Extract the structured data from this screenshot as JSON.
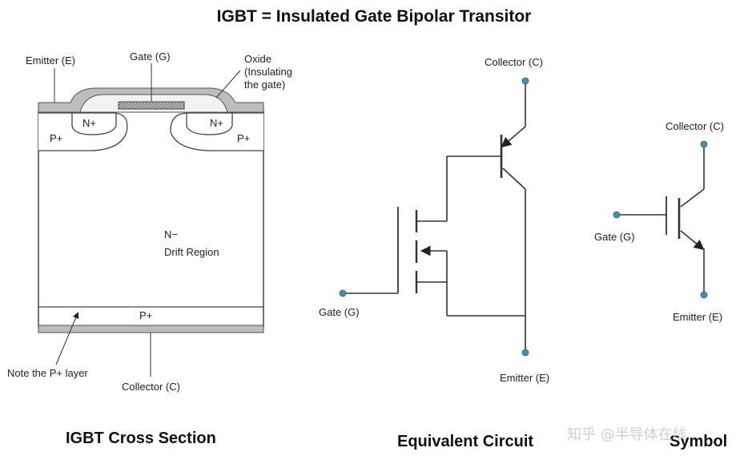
{
  "title": "IGBT = Insulated Gate Bipolar Transitor",
  "cross_section": {
    "label_emitter": "Emitter (E)",
    "label_gate": "Gate (G)",
    "label_oxide_line1": "Oxide",
    "label_oxide_line2": "(Insulating",
    "label_oxide_line3": "the gate)",
    "n_plus_left": "N+",
    "n_plus_right": "N+",
    "p_plus_left": "P+",
    "p_plus_right": "P+",
    "n_minus": "N−",
    "drift_region": "Drift Region",
    "p_plus_bottom": "P+",
    "note": "Note the P+ layer",
    "label_collector": "Collector (C)",
    "caption": "IGBT Cross Section"
  },
  "equivalent_circuit": {
    "collector": "Collector (C)",
    "gate": "Gate (G)",
    "emitter": "Emitter (E)",
    "caption": "Equivalent Circuit"
  },
  "symbol": {
    "collector": "Collector (C)",
    "gate": "Gate (G)",
    "emitter": "Emitter (E)",
    "caption": "Symbol"
  },
  "watermark": "知乎 @半导体在线",
  "colors": {
    "metal": "#bdbdbd",
    "gate_fill": "#a8a8a8",
    "terminal": "#4a8fa8"
  }
}
